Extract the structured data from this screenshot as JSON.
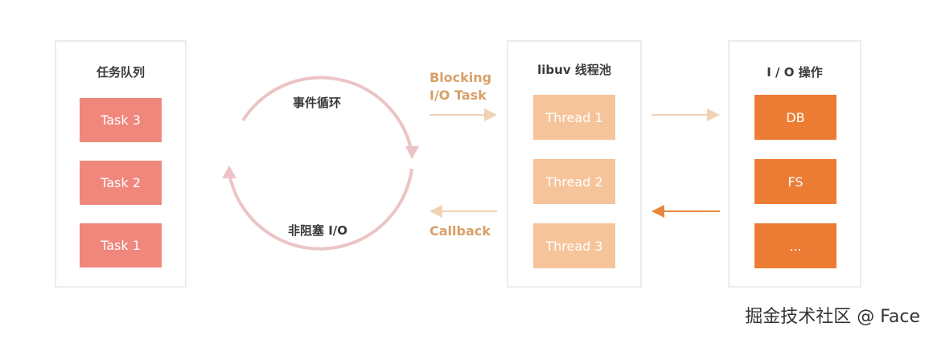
{
  "task_queue": {
    "title": "任务队列",
    "items": [
      "Task 3",
      "Task 2",
      "Task 1"
    ]
  },
  "event_loop": {
    "top_label": "事件循环",
    "bottom_label": "非阻塞 I/O"
  },
  "blocking_task": {
    "line1": "Blocking",
    "line2": "I/O Task"
  },
  "callback": {
    "label": "Callback"
  },
  "thread_pool": {
    "title": "libuv 线程池",
    "items": [
      "Thread 1",
      "Thread 2",
      "Thread 3"
    ]
  },
  "io_ops": {
    "title": "I / O 操作",
    "items": [
      "DB",
      "FS",
      "..."
    ]
  },
  "watermark": "掘金技术社区 @ Face",
  "colors": {
    "task": "#f0877c",
    "thread": "#f6c49a",
    "io": "#ec7c34",
    "loop": "#ecc4c6",
    "label": "#d9a068",
    "arrow_back": "#e8883c"
  }
}
